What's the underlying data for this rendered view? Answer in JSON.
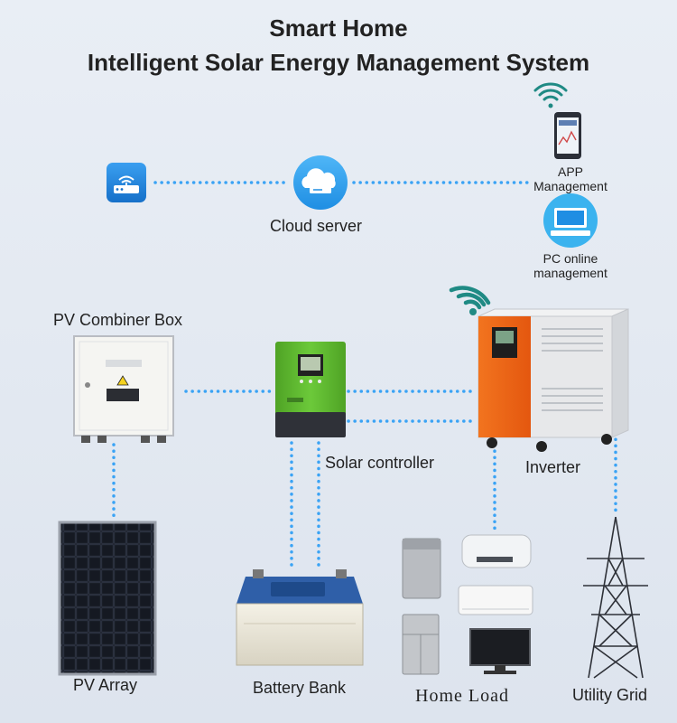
{
  "title": {
    "line1": "Smart Home",
    "line2": "Intelligent Solar Energy Management System"
  },
  "labels": {
    "cloud_server": "Cloud server",
    "app_line1": "APP",
    "app_line2": "Management",
    "pc_line1": "PC online",
    "pc_line2": "management",
    "pv_combiner_box": "PV Combiner Box",
    "solar_controller": "Solar controller",
    "inverter": "Inverter",
    "pv_array": "PV Array",
    "battery_bank": "Battery Bank",
    "home_load": "Home Load",
    "utility_grid": "Utility Grid"
  },
  "colors": {
    "link_dots": "#3aa3f5",
    "controller_green": "#59b52e",
    "inverter_orange": "#f26a1b",
    "battery_blue": "#2f5fa8"
  },
  "icons": [
    "router-icon",
    "cloud-server-icon",
    "wifi-icon",
    "smartphone-icon",
    "pc-icon"
  ]
}
